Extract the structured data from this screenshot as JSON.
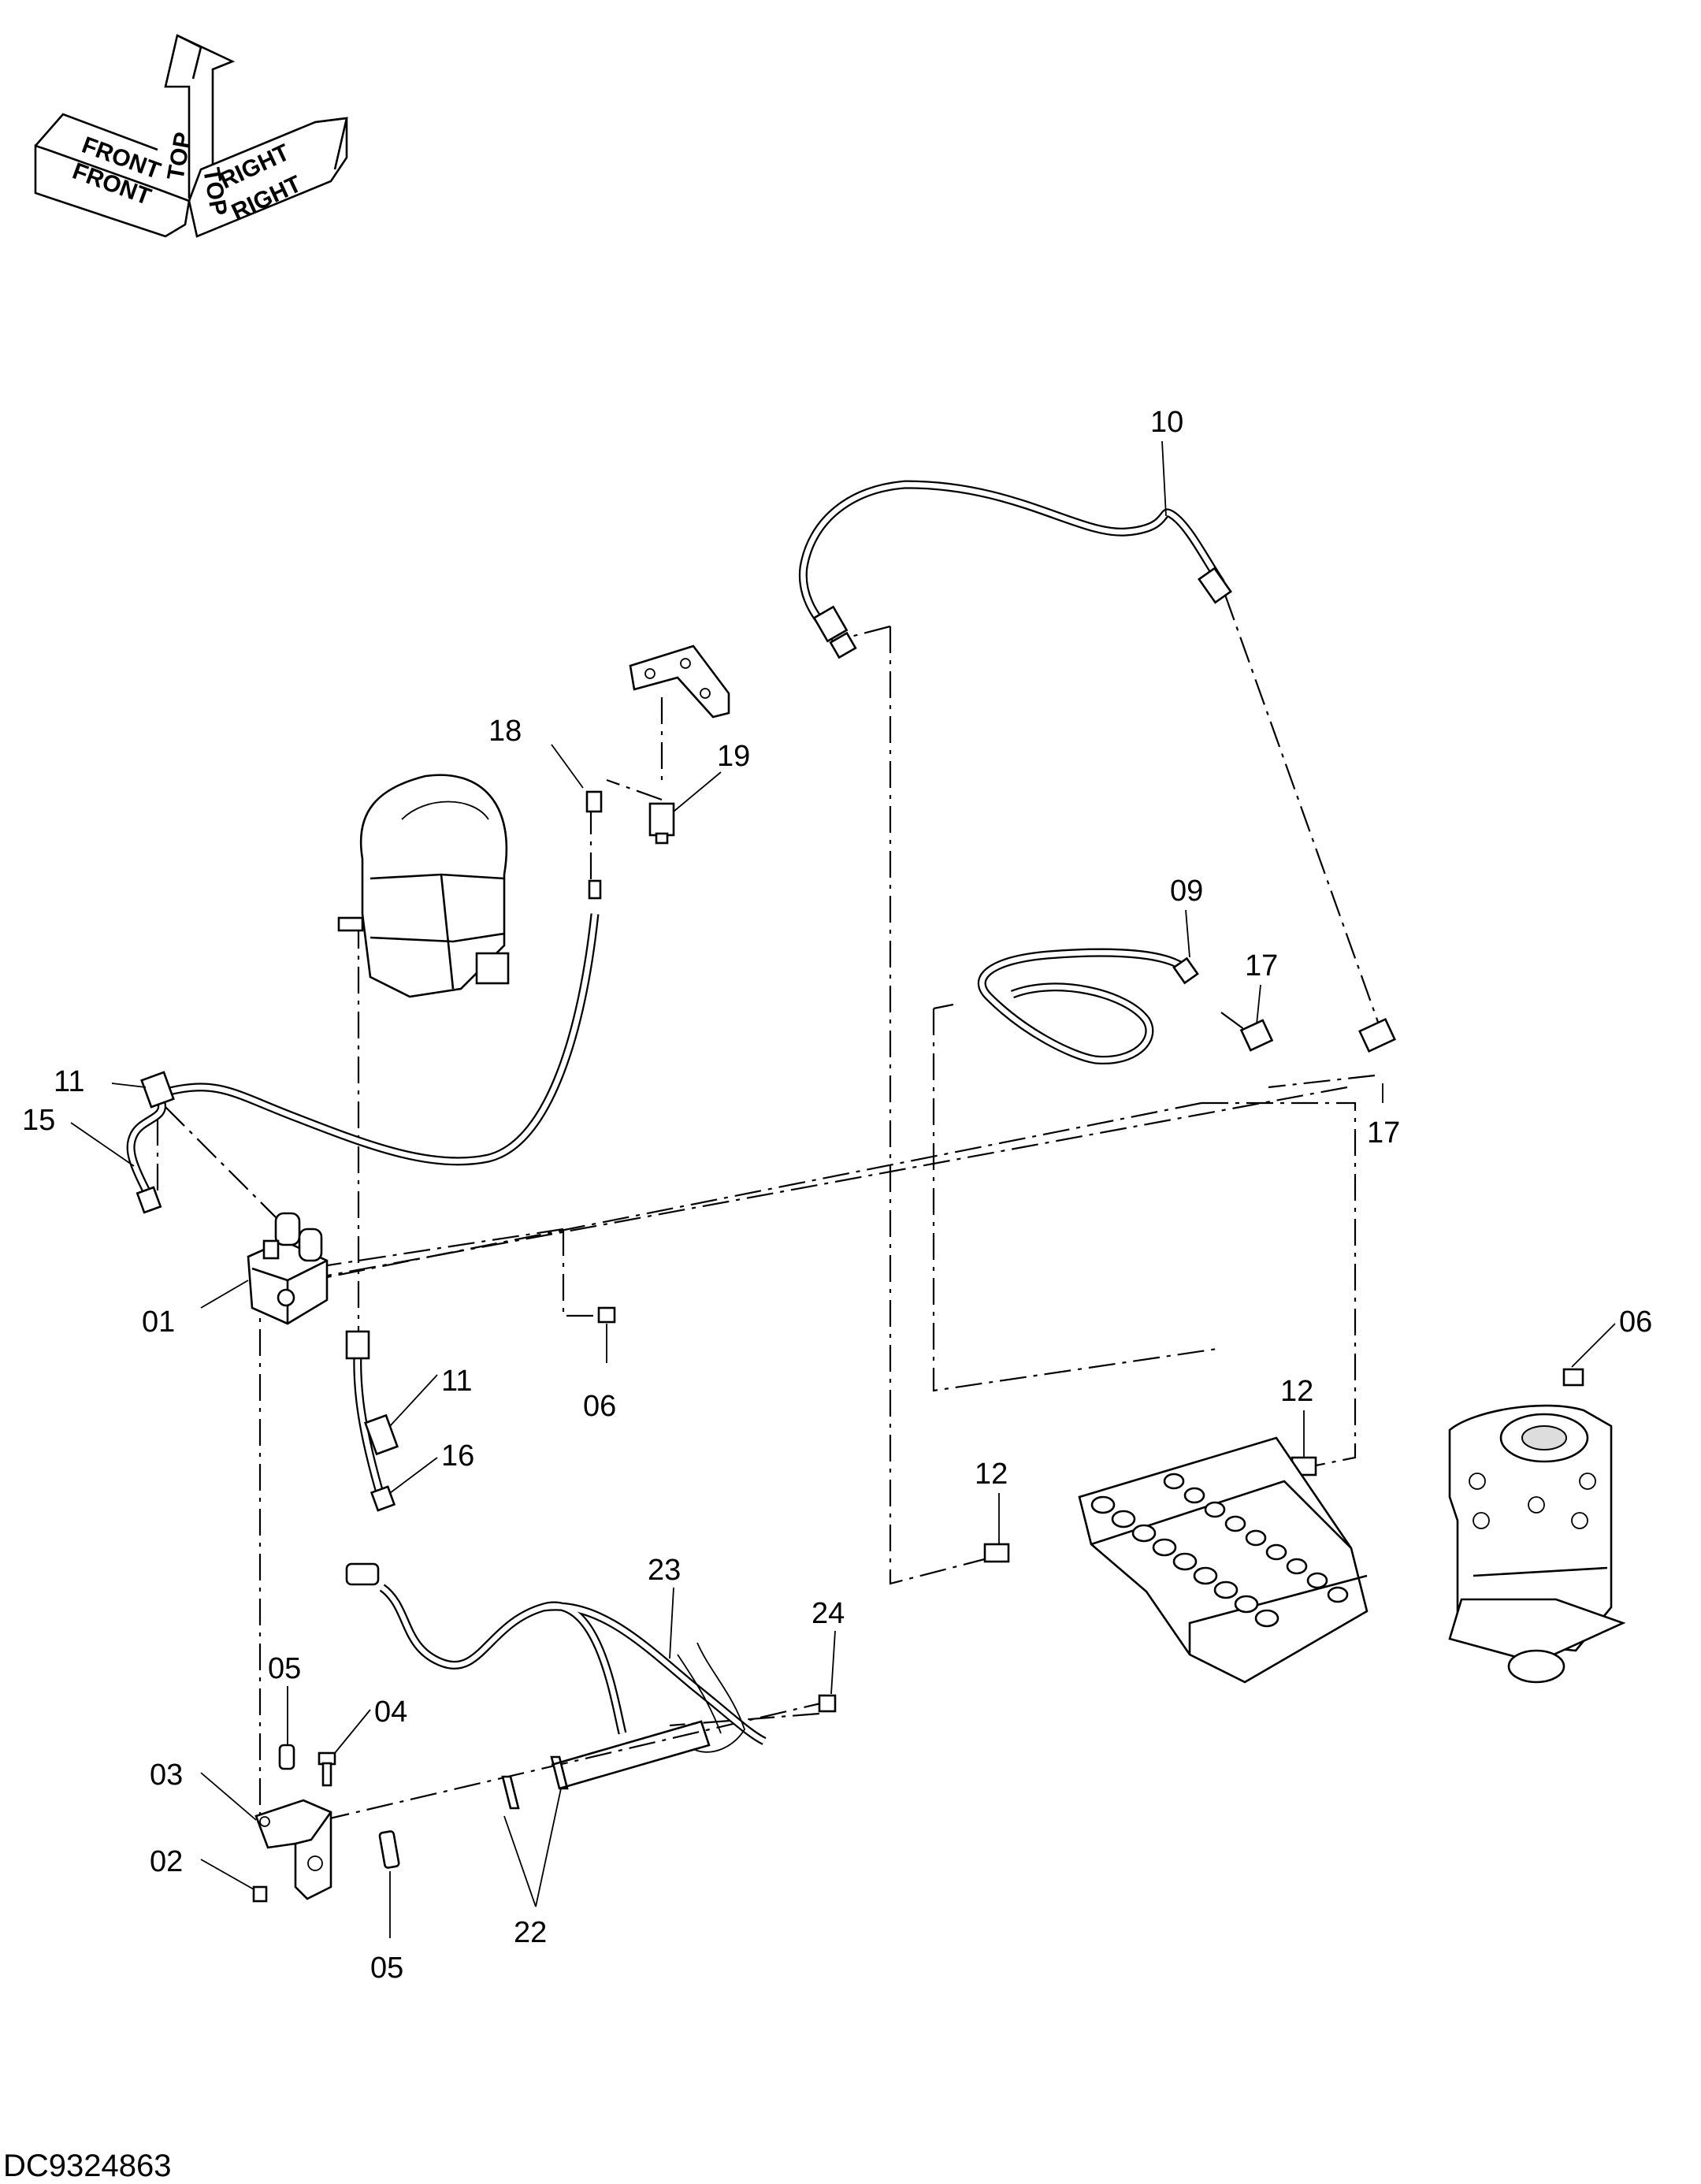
{
  "orientation": {
    "front": "FRONT",
    "top": "TOP",
    "right": "RIGHT"
  },
  "drawing_id": "DC9324863",
  "callouts": {
    "c01": "01",
    "c02": "02",
    "c03": "03",
    "c04": "04",
    "c05a": "05",
    "c05b": "05",
    "c06a": "06",
    "c06b": "06",
    "c09": "09",
    "c10": "10",
    "c11a": "11",
    "c11b": "11",
    "c12a": "12",
    "c12b": "12",
    "c15": "15",
    "c16": "16",
    "c17a": "17",
    "c17b": "17",
    "c18": "18",
    "c19": "19",
    "c22": "22",
    "c23": "23",
    "c24": "24"
  }
}
